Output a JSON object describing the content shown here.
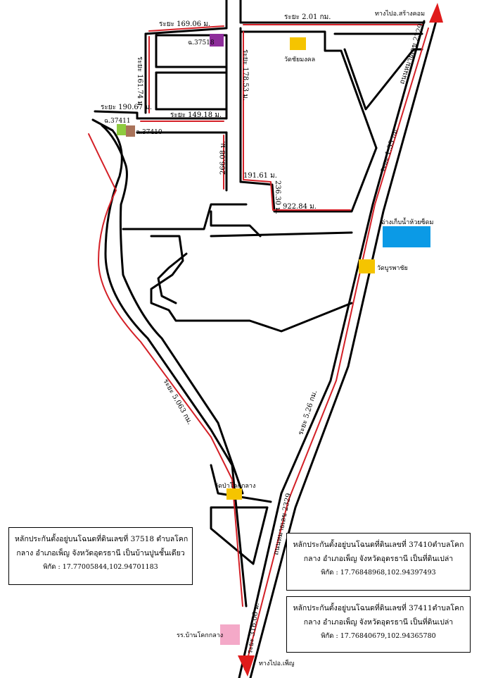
{
  "distances": {
    "top_left": "ระยะ 169.06 ม.",
    "top_right": "ระยะ 2.01 กม.",
    "left_vertical": "ระยะ 161.74 ม.",
    "mid_vertical": "ระยะ 178.53 ม.",
    "left_upper": "ระยะ 190.67 ม.",
    "center_upper": "ระยะ 149.18 ม.",
    "vert_266": "266.08 ม.",
    "horiz_191": "191.61 ม.",
    "vert_236": "236.30 ม.",
    "horiz_922": "922.84 ม.",
    "highway_upper": "ระยะ 1.33 กม.",
    "left_long": "ระยะ 5.063 กม.",
    "highway_mid": "ระยะ 5.26 กม.",
    "bottom": "ระยะ 316.06 ม."
  },
  "roads": {
    "highway_upper": "ถนนหมายเลข 2329",
    "highway_lower": "ถนนหมายเลข 2329"
  },
  "directions": {
    "north": "ทางไปอ.สร้างคอม",
    "south": "ทางไปอ.เพ็ญ"
  },
  "parcels": {
    "p37518": "ฉ.37518",
    "p37411": "ฉ.37411",
    "p37410": "ฉ.37410"
  },
  "landmarks": {
    "temple_chaimongkol": "วัดชัยมงคล",
    "reservoir": "อ่างเก็บน้ำห้วยซ็ดม",
    "temple_burapha": "วัดบูรพาชัย",
    "temple_paknokklang": "วัดป่าโคกกลาง",
    "school": "รร.บ้านโคกกลาง"
  },
  "notes": {
    "n37518": {
      "line1": "หลักประกันตั้งอยู่บนโฉนดที่ดินเลขที่ 37518 ตำบลโคก",
      "line2": "กลาง อำเภอเพ็ญ จังหวัดอุดรธานี เป็นบ้านปูนชั้นเดียว",
      "line3": "พิกัด : 17.77005844,102.94701183"
    },
    "n37410": {
      "line1": "หลักประกันตั้งอยู่บนโฉนดที่ดินเลขที่ 37410ตำบลโคก",
      "line2": "กลาง อำเภอเพ็ญ จังหวัดอุดรธานี เป็นที่ดินเปล่า",
      "line3": "พิกัด : 17.76848968,102.94397493"
    },
    "n37411": {
      "line1": "หลักประกันตั้งอยู่บนโฉนดที่ดินเลขที่ 37411ตำบลโคก",
      "line2": "กลาง อำเภอเพ็ญ จังหวัดอุดรธานี เป็นที่ดินเปล่า",
      "line3": "พิกัด : 17.76840679,102.94365780"
    }
  },
  "colors": {
    "route": "#d42027",
    "reservoir": "#0b9ae6",
    "temple": "#f5c400",
    "school": "#f4a9c8",
    "parcel_37518": "#8e2d9b",
    "parcel_37411": "#8ecb3f",
    "parcel_37410": "#a9735a"
  }
}
